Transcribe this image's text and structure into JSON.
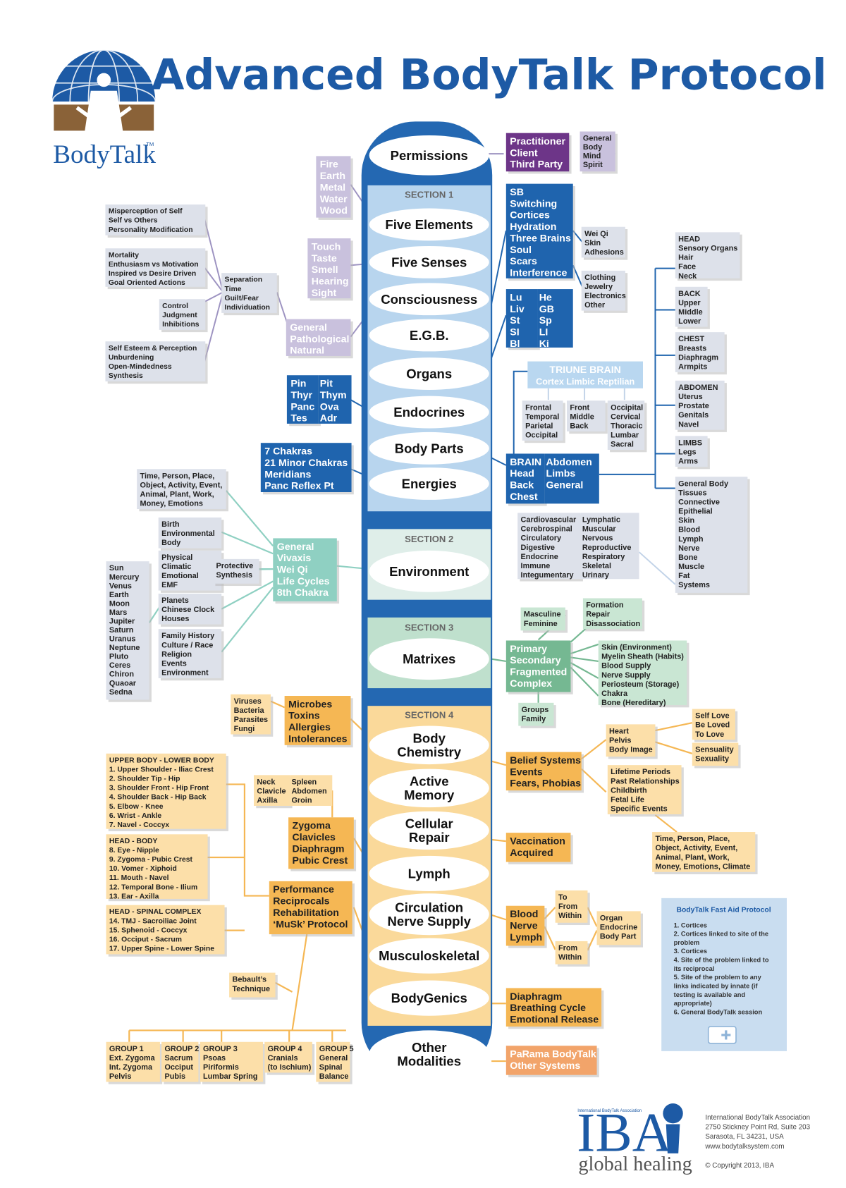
{
  "title": "Advanced BodyTalk Protocol",
  "logo": {
    "name": "BodyTalk",
    "tm": "TM"
  },
  "colors": {
    "navy": "#1d5aa5",
    "column_edge": "#2468b2",
    "sec1": "#b8d5ee",
    "sec2": "#dfeee9",
    "sec3": "#bfe0cd",
    "sec4": "#fad99a",
    "purple": "#6d3588",
    "lavender": "#c9c1dd",
    "blue": "#1f64ae",
    "lightblue": "#b9d7f0",
    "grey": "#dde1ea",
    "teal": "#8fd0c2",
    "green": "#75b892",
    "lightgreen": "#c9e6d3",
    "orange": "#f5b754",
    "peach": "#fcdfa9",
    "salmon": "#f2a46a",
    "infobox": "#c9ddf0"
  },
  "column": {
    "permissions": "Permissions",
    "sections": [
      {
        "label": "SECTION 1",
        "ovals": [
          "Five Elements",
          "Five Senses",
          "Consciousness",
          "E.G.B.",
          "Organs",
          "Endocrines",
          "Body Parts",
          "Energies"
        ]
      },
      {
        "label": "SECTION 2",
        "ovals": [
          "Environment"
        ]
      },
      {
        "label": "SECTION 3",
        "ovals": [
          "Matrixes"
        ]
      },
      {
        "label": "SECTION 4",
        "ovals": [
          "Body\nChemistry",
          "Active\nMemory",
          "Cellular\nRepair",
          "Lymph",
          "Circulation\nNerve Supply",
          "Musculoskeletal",
          "BodyGenics"
        ]
      }
    ],
    "other": "Other\nModalities"
  },
  "boxes": {
    "practitioner": "Practitioner\nClient\nThird Party",
    "general_body_mind_spirit": "General\nBody\nMind\nSpirit",
    "five_elements": "Fire\nEarth\nMetal\nWater\nWood",
    "five_senses": "Touch\nTaste\nSmell\nHearing\nSight",
    "misperception": "Misperception of Self\nSelf vs Others\nPersonality Modification",
    "mortality": "Mortality\nEnthusiasm vs Motivation\nInspired vs Desire Driven\nGoal Oriented Actions",
    "control": "Control\nJudgment\nInhibitions",
    "self_esteem": "Self Esteem & Perception\nUnburdening\nOpen-Mindedness\nSynthesis",
    "separation": "Separation\nTime\nGuilt/Fear\nIndividuation",
    "general_pathological": "General\nPathological\nNatural",
    "consciousness_list": "SB\nSwitching\nCortices\nHydration\nThree Brains\nSoul\nScars\nInterference",
    "wei_qi_skin": "Wei Qi\nSkin\nAdhesions",
    "clothing": "Clothing\nJewelry\nElectronics\nOther",
    "organs_col1": "Lu\nLiv\nSt\nSI\nBl",
    "organs_col2": "He\nGB\nSp\nLI\nKi",
    "endo_col1": "Pin\nThyr\nPanc\nTes",
    "endo_col2": "Pit\nThym\nOva\nAdr",
    "energies": "7 Chakras\n21 Minor Chakras\nMeridians\nPanc Reflex Pt",
    "triune_title": "TRIUNE BRAIN",
    "triune_sub": "Cortex Limbic Reptilian",
    "frontal": "Frontal\nTemporal\nParietal\nOccipital",
    "front_middle": "Front\nMiddle\nBack",
    "occipital": "Occipital\nCervical\nThoracic\nLumbar\nSacral",
    "brain_col1": "BRAIN\nHead\nBack\nChest",
    "brain_col2": "Abdomen\nLimbs\nGeneral",
    "head": "HEAD\nSensory Organs\nHair\nFace\nNeck",
    "back": "BACK\nUpper\nMiddle\nLower",
    "chest": "CHEST\nBreasts\nDiaphragm\nArmpits",
    "abdomen": "ABDOMEN\nUterus\nProstate\nGenitals\nNavel",
    "limbs": "LIMBS\nLegs\nArms",
    "general_body_tissues": "General Body\nTissues\nConnective\nEpithelial\nSkin\nBlood\nLymph\nNerve\nBone\nMuscle\nFat\nSystems",
    "systems_col1": "Cardiovascular\nCerebrospinal\nCirculatory\nDigestive\nEndocrine\nImmune\nIntegumentary",
    "systems_col2": "Lymphatic\nMuscular\nNervous\nReproductive\nRespiratory\nSkeletal\nUrinary",
    "time_person": "Time, Person, Place,\nObject, Activity, Event,\nAnimal, Plant, Work,\nMoney, Emotions",
    "birth": "Birth\nEnvironmental\nBody",
    "physical": "Physical\nClimatic\nEmotional\nEMF",
    "protective": "Protective\nSynthesis",
    "planets_list": "Sun\nMercury\nVenus\nEarth\nMoon\nMars\nJupiter\nSaturn\nUranus\nNeptune\nPluto\nCeres\nChiron\nQuaoar\nSedna",
    "planets": "Planets\nChinese Clock\nHouses",
    "family_history": "Family History\nCulture / Race\nReligion\nEvents\nEnvironment",
    "general_vivaxis": "General\nVivaxis\nWei Qi\nLife Cycles\n8th Chakra",
    "masculine": "Masculine\nFeminine",
    "formation": "Formation\nRepair\nDisassociation",
    "primary": "Primary\nSecondary\nFragmented\nComplex",
    "skin_env": "Skin (Environment)\nMyelin Sheath (Habits)\nBlood Supply\nNerve Supply\nPeriosteum (Storage)\nChakra\nBone (Hereditary)",
    "groups_family": "Groups\nFamily",
    "viruses": "Viruses\nBacteria\nParasites\nFungi",
    "microbes": "Microbes\nToxins\nAllergies\nIntolerances",
    "upper_body": "UPPER BODY - LOWER BODY\n1.  Upper Shoulder - Iliac Crest\n2.  Shoulder Tip - Hip\n3.  Shoulder Front - Hip Front\n4.  Shoulder Back - Hip Back\n5.  Elbow - Knee\n6.  Wrist - Ankle\n7.  Navel - Coccyx",
    "head_body": "HEAD - BODY\n8.  Eye - Nipple\n9.  Zygoma - Pubic Crest\n10. Vomer - Xiphoid\n11. Mouth - Navel\n12. Temporal Bone - Ilium\n13. Ear - Axilla",
    "head_spinal": "HEAD - SPINAL COMPLEX\n14. TMJ - Sacroiliac Joint\n15. Sphenoid - Coccyx\n16. Occiput - Sacrum\n17. Upper Spine - Lower Spine",
    "neck_col1": "Neck\nClavicle\nAxilla",
    "neck_col2": "Spleen\nAbdomen\nGroin",
    "zygoma": "Zygoma\nClavicles\nDiaphragm\nPubic Crest",
    "performance": "Performance\nReciprocals\nRehabilitation\n‘MuSk’ Protocol",
    "bebault": "Bebault’s\nTechnique",
    "group1": "GROUP 1\nExt. Zygoma\nInt. Zygoma\nPelvis",
    "group2": "GROUP 2\nSacrum\nOcciput\nPubis",
    "group3": "GROUP 3\nPsoas\nPiriformis\nLumbar Spring",
    "group4": "GROUP 4\nCranials\n(to Ischium)",
    "group5": "GROUP 5\nGeneral\nSpinal\nBalance",
    "belief": "Belief Systems\nEvents\nFears, Phobias",
    "heart": "Heart\nPelvis\nBody Image",
    "self_love": "Self Love\nBe Loved\nTo Love",
    "sensuality": "Sensuality\nSexuality",
    "lifetime": "Lifetime Periods\nPast Relationships\nChildbirth\nFetal Life\nSpecific Events",
    "time_person_2": "Time, Person, Place,\nObject, Activity, Event,\nAnimal, Plant, Work,\nMoney, Emotions, Climate",
    "vaccination": "Vaccination\nAcquired",
    "blood_nerve": "Blood\nNerve\nLymph",
    "to_within": "To\nFrom\nWithin",
    "from_within": "From\nWithin",
    "organ_endocrine": "Organ\nEndocrine\nBody Part",
    "diaphragm": "Diaphragm\nBreathing Cycle\nEmotional Release",
    "parama": "PaRama BodyTalk\nOther Systems"
  },
  "fast_aid": {
    "title": "BodyTalk Fast Aid Protocol",
    "steps": [
      "1.  Cortices",
      "2.  Cortices linked to site of the",
      "     problem",
      "3.  Cortices",
      "4.  Site of the problem linked to",
      "     its reciprocal",
      "5.  Site of the problem to any",
      "     links indicated by innate (if",
      "     testing is available and",
      "     appropriate)",
      "6.  General BodyTalk session"
    ]
  },
  "footer": {
    "association_small": "International BodyTalk Association",
    "iba": "IBA",
    "tagline": "global healing",
    "address": [
      "International BodyTalk Association",
      "2750 Stickney Point Rd, Suite 203",
      "Sarasota, FL 34231, USA",
      "www.bodytalksystem.com",
      "",
      "© Copyright 2013, IBA"
    ]
  }
}
